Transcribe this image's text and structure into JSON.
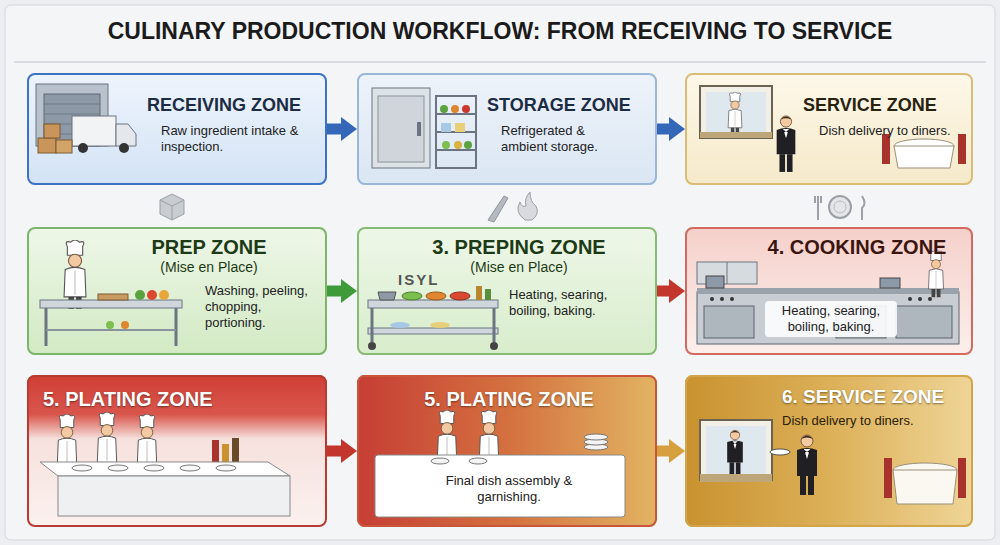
{
  "diagram": {
    "title": "CULINARY PRODUCTION WORKFLOW: FROM RECEIVING TO SERVICE",
    "nodes": [
      {
        "text": [
          "RECEIVING ZONE",
          "Raw ingredient intake & inspection."
        ]
      },
      {
        "text": [
          "STORAGE ZONE",
          "Refrigerated & ambient storage."
        ]
      },
      {
        "text": [
          "SERVICE ZONE",
          "Dish delivery to diners."
        ]
      },
      {
        "text": [
          "PREP ZONE",
          "(Mise en Place)",
          "Washing, peeling, chopping, portioning."
        ]
      },
      {
        "text": [
          "3. PREPING ZONE",
          "(Mise en Place)",
          "Heating, searing, boiling, baking."
        ]
      },
      {
        "text": [
          "4. COOKING ZONE",
          "Heating, searing, boiling, baking."
        ]
      },
      {
        "text": [
          "5. PLATING ZONE"
        ]
      },
      {
        "text": [
          "5. PLATING ZONE",
          "Final dish assembly & garnishing."
        ]
      },
      {
        "text": [
          "6. SERVICE ZONE",
          "Dish delivery to diners."
        ]
      }
    ],
    "edges": [
      {
        "from": 0,
        "to": 1,
        "arrow": "to"
      },
      {
        "from": 1,
        "to": 2,
        "arrow": "to"
      },
      {
        "from": 3,
        "to": 4,
        "arrow": "to"
      },
      {
        "from": 4,
        "to": 5,
        "arrow": "to"
      },
      {
        "from": 6,
        "to": 7,
        "arrow": "to"
      },
      {
        "from": 7,
        "to": 8,
        "arrow": "to"
      }
    ],
    "labels": [
      "ISYL"
    ]
  }
}
